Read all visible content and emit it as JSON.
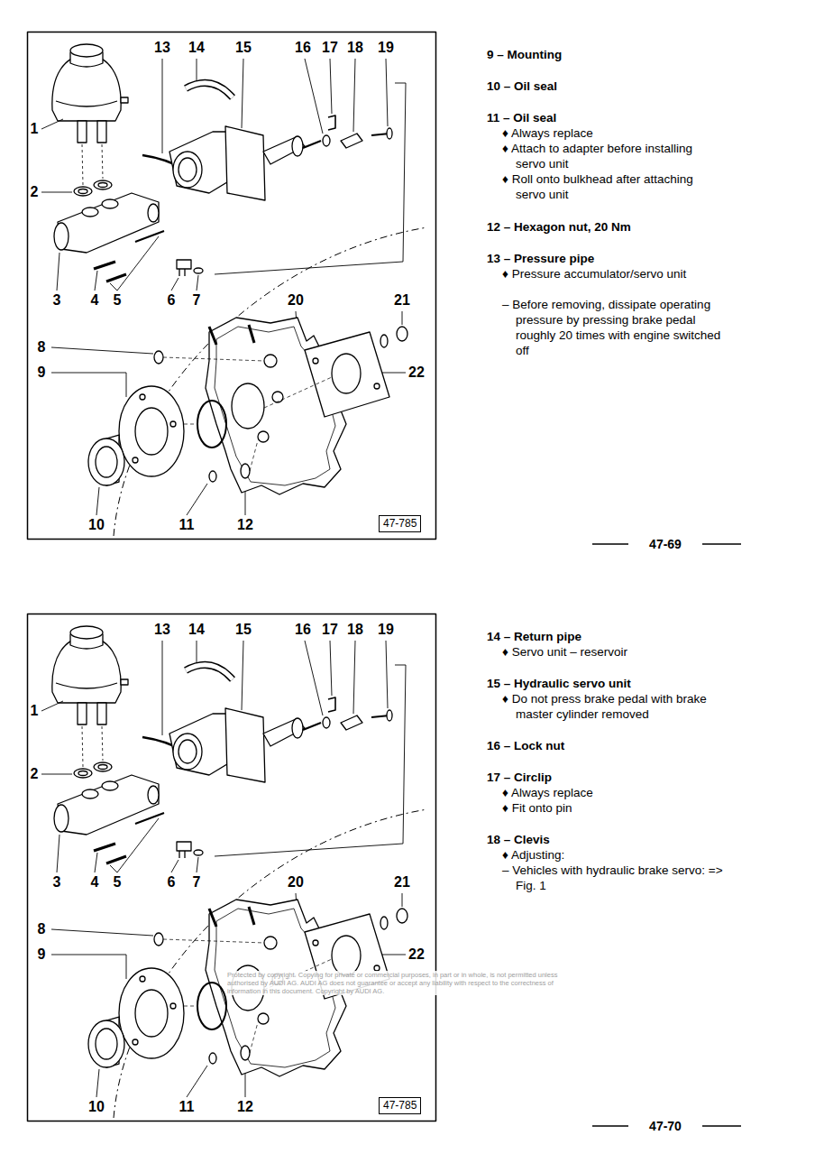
{
  "diagram": {
    "nodes": [
      {
        "text": [
          "47-785"
        ]
      },
      {
        "text": [
          "47-785"
        ]
      }
    ],
    "labels": [
      "13",
      "14",
      "15",
      "16",
      "17",
      "18",
      "19",
      "1",
      "2",
      "3",
      "4",
      "5",
      "6",
      "7",
      "20",
      "21",
      "8",
      "9",
      "22",
      "10",
      "11",
      "12",
      "9 – Mounting",
      "10 – Oil seal",
      "11 – Oil seal",
      "♦ Always replace",
      "♦ Attach to adapter before installing servo unit",
      "♦ Roll onto bulkhead after attaching servo unit",
      "12 – Hexagon nut, 20 Nm",
      "13 – Pressure pipe",
      "♦ Pressure accumulator/servo unit",
      "– Before removing, dissipate operating pressure by pressing brake pedal roughly 20 times with engine switched off",
      "47-69",
      "13",
      "14",
      "15",
      "16",
      "17",
      "18",
      "19",
      "1",
      "2",
      "3",
      "4",
      "5",
      "6",
      "7",
      "20",
      "21",
      "8",
      "9",
      "22",
      "10",
      "11",
      "12",
      "Protected by copyright. Copying for private or commercial purposes, in part or in whole, is not permitted unless authorised by AUDI AG. AUDI AG does not guarantee or accept any liability with respect to the correctness of information in this document. Copyright by AUDI AG.",
      "14 – Return pipe",
      "♦ Servo unit – reservoir",
      "15 – Hydraulic servo unit",
      "♦ Do not press brake pedal with brake master cylinder removed",
      "16 – Lock nut",
      "17 – Circlip",
      "♦ Always replace",
      "♦ Fit onto pin",
      "18 – Clevis",
      "♦ Adjusting:",
      "– Vehicles with hydraulic brake servo: => Fig. 1",
      "47-70"
    ]
  }
}
